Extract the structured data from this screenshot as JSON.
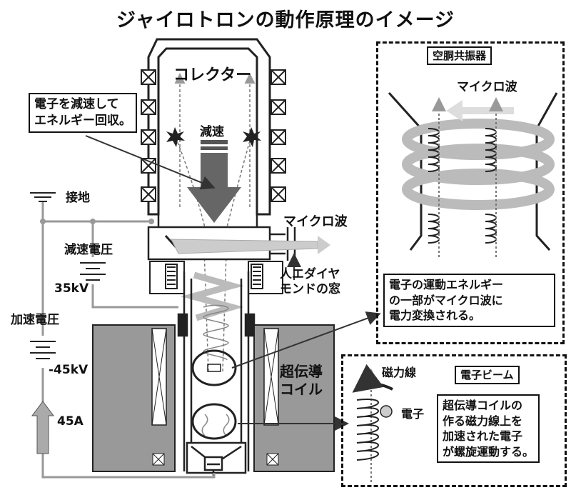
{
  "title": "ジャイロトロンの動作原理のイメージ",
  "labels": {
    "collector": "コレクター",
    "deceleration": "減速",
    "ground": "接地",
    "decel_voltage": "減速電圧",
    "kv35": "35kV",
    "accel_voltage": "加速電圧",
    "kv_minus45": "-45kV",
    "current": "45A",
    "microwave_out": "マイクロ波",
    "diamond_window": "人エダイヤ\nモンドの窓",
    "sc_coil": "超伝導\nコイル"
  },
  "callouts": {
    "energy_recovery": "電子を減速して\nエネルギー回収。",
    "energy_conversion": "電子の運動エネルギー\nの一部がマイクロ波に\n電力変換される。",
    "spiral_motion": "超伝導コイルの\n作る磁力線上を\n加速された電子\nが螺旋運動する。"
  },
  "inset_cavity": {
    "heading": "空胴共振器",
    "microwave": "マイクロ波"
  },
  "inset_beam": {
    "heading": "電子ビーム",
    "field_line": "磁力線",
    "electron": "電子"
  }
}
